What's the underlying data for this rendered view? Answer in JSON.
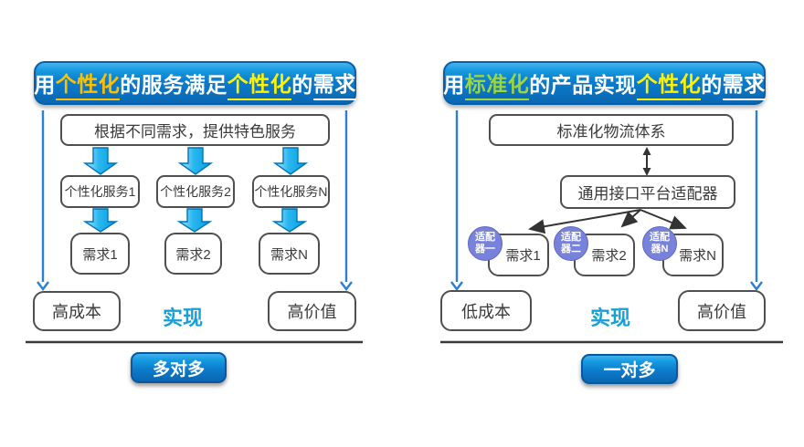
{
  "colors": {
    "header_blue": "#0C7CCC",
    "highlight_gold": "#FFC000",
    "highlight_yellow": "#FFF200",
    "highlight_green": "#9CD53C",
    "block_arrow_cyan": "#29B6EF",
    "side_line_blue": "#2B7FD6",
    "realize_cyan": "#17A0D8",
    "adapter_purple": "#7982DA",
    "box_border_gray": "#4F4F4F"
  },
  "left": {
    "header": {
      "seg1": "用",
      "hl1": "个性化",
      "seg2": "的服务满足",
      "hl2": "个性化",
      "seg3": "的",
      "hl3": "需求"
    },
    "top_box": "根据不同需求，提供特色服务",
    "services": [
      "个性化服务1",
      "个性化服务2",
      "个性化服务N"
    ],
    "demands": [
      "需求1",
      "需求2",
      "需求N"
    ],
    "cost_box": "高成本",
    "realize_label": "实现",
    "value_box": "高价值",
    "bottom_button": "多对多"
  },
  "right": {
    "header": {
      "seg1": "用",
      "hl1": "标准化",
      "seg2": "的产品实现",
      "hl2": "个性化",
      "seg3": "的",
      "hl3": "需求"
    },
    "top_box": "标准化物流体系",
    "platform_box": "通用接口平台适配器",
    "adapters": [
      {
        "line1": "适配",
        "line2": "器一"
      },
      {
        "line1": "适配",
        "line2": "器二"
      },
      {
        "line1": "适配",
        "line2": "器N"
      }
    ],
    "demands": [
      "需求1",
      "需求2",
      "需求N"
    ],
    "cost_box": "低成本",
    "realize_label": "实现",
    "value_box": "高价值",
    "bottom_button": "一对多"
  }
}
